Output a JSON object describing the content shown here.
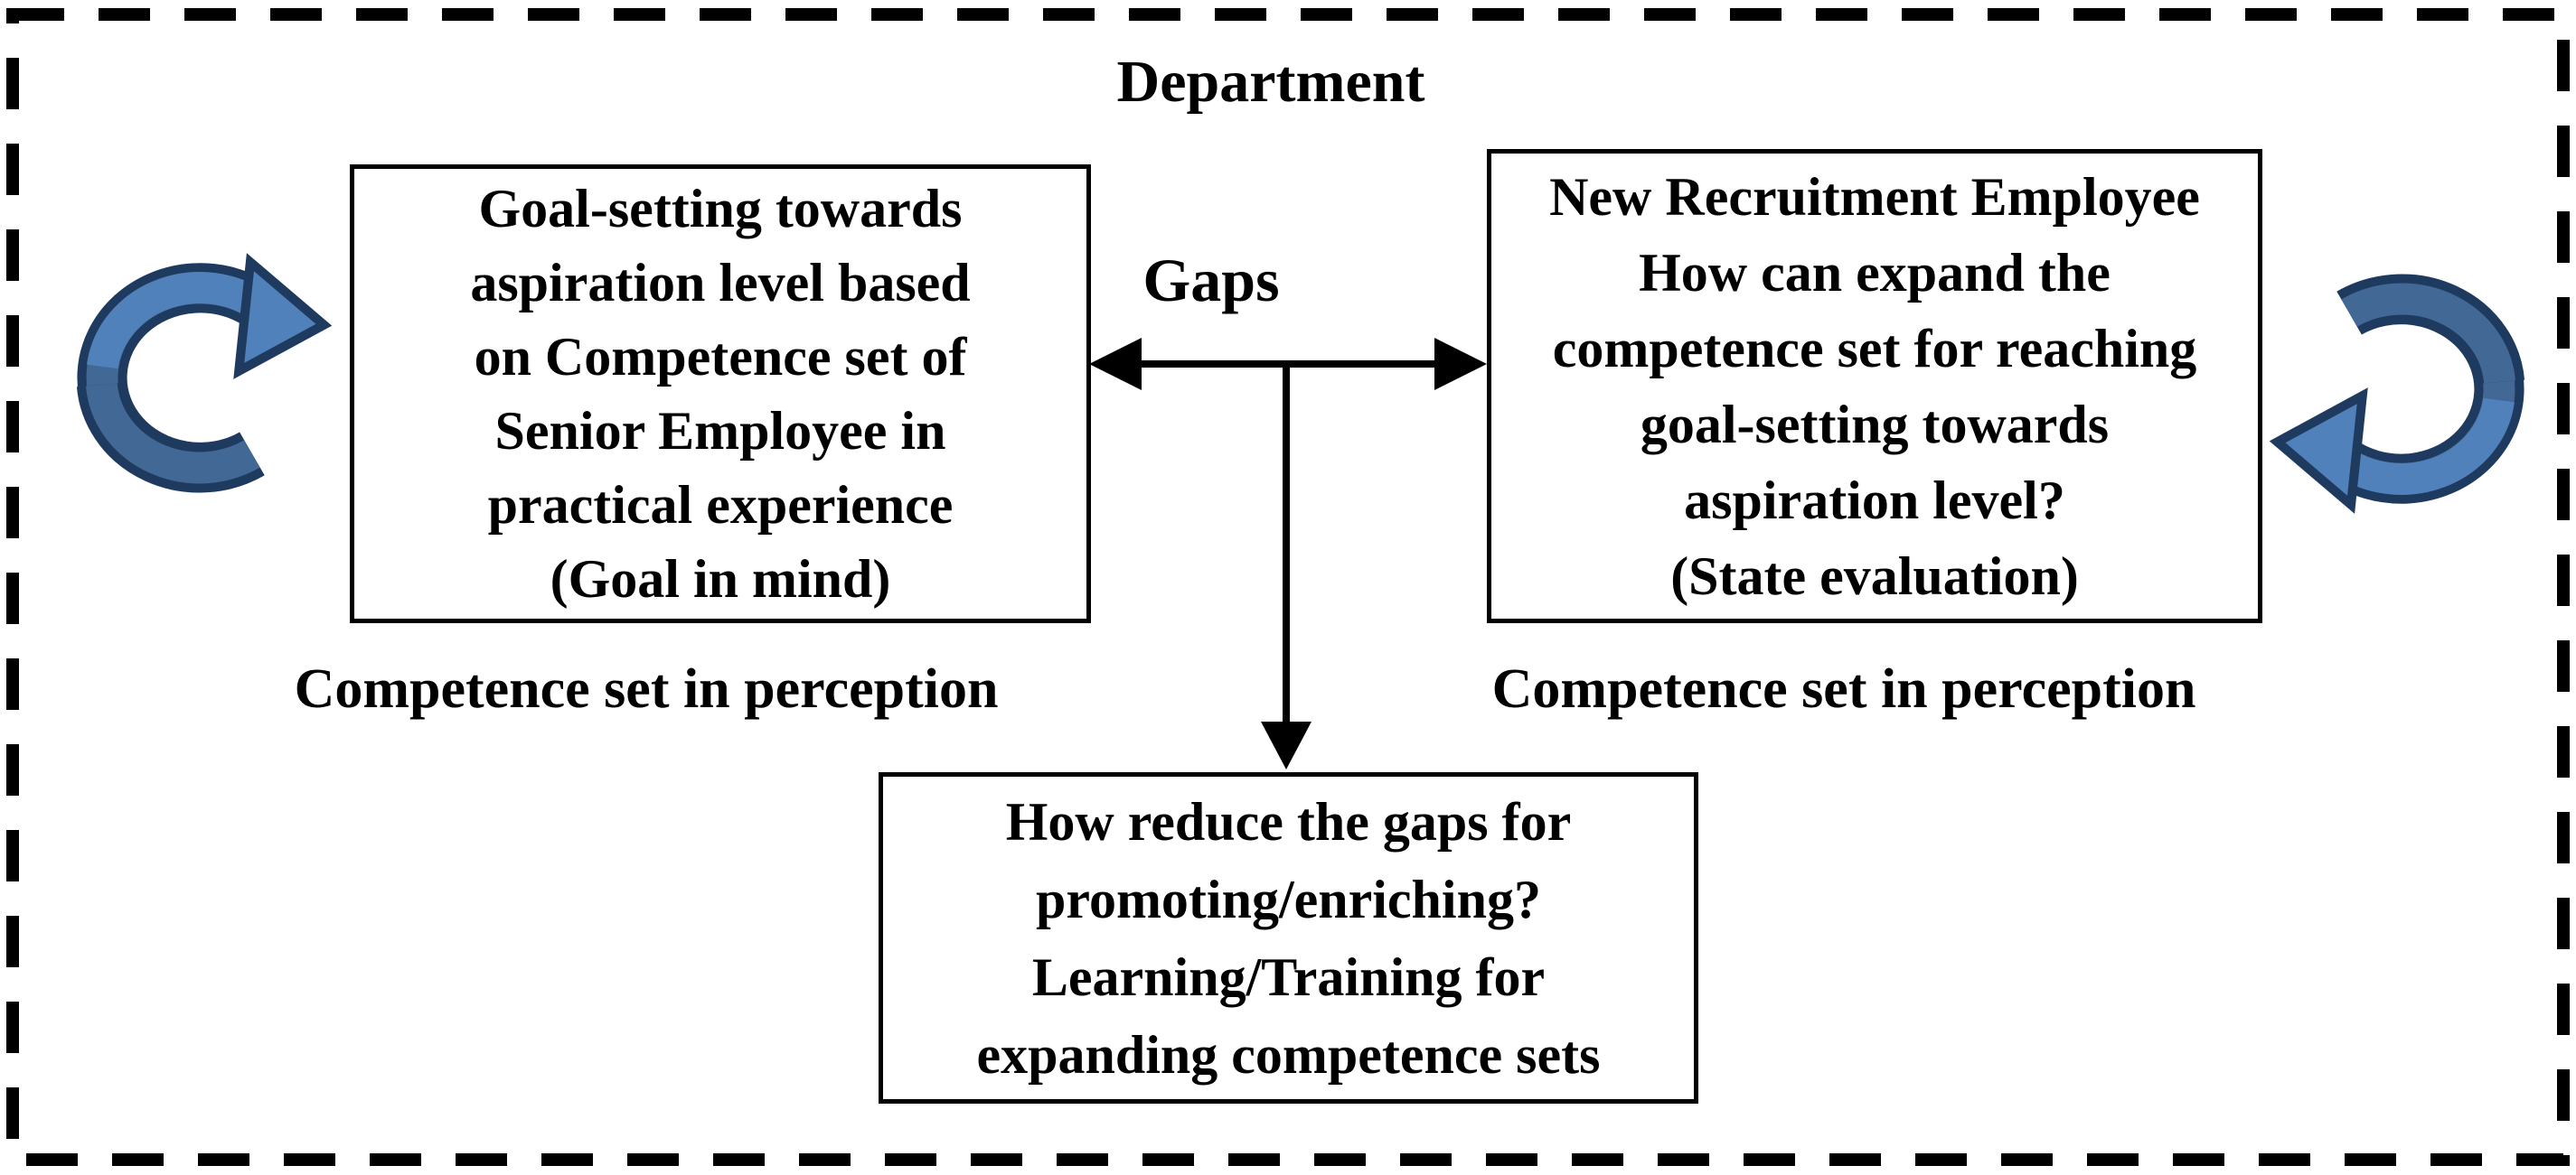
{
  "diagram": {
    "title": "Department",
    "gaps_label": "Gaps",
    "left_box": {
      "lines": [
        "Goal-setting towards",
        "aspiration level based",
        "on Competence set of",
        "Senior Employee in",
        "practical experience",
        "(Goal in mind)"
      ]
    },
    "right_box": {
      "lines": [
        "New Recruitment Employee",
        "How can expand the",
        "competence set for reaching",
        "goal-setting towards",
        "aspiration level?",
        "(State evaluation)"
      ]
    },
    "bottom_box": {
      "lines": [
        "How reduce the gaps for",
        "promoting/enriching?",
        "Learning/Training for",
        "expanding competence sets"
      ]
    },
    "left_caption": "Competence set in perception",
    "right_caption": "Competence set in perception",
    "icons": {
      "left": "cycle-arrow-icon",
      "right": "cycle-arrow-icon"
    },
    "colors": {
      "connector": "#000000",
      "arrow_light": "#5081BB",
      "arrow_mid": "#426895",
      "arrow_outline": "#1F3A5F"
    }
  }
}
